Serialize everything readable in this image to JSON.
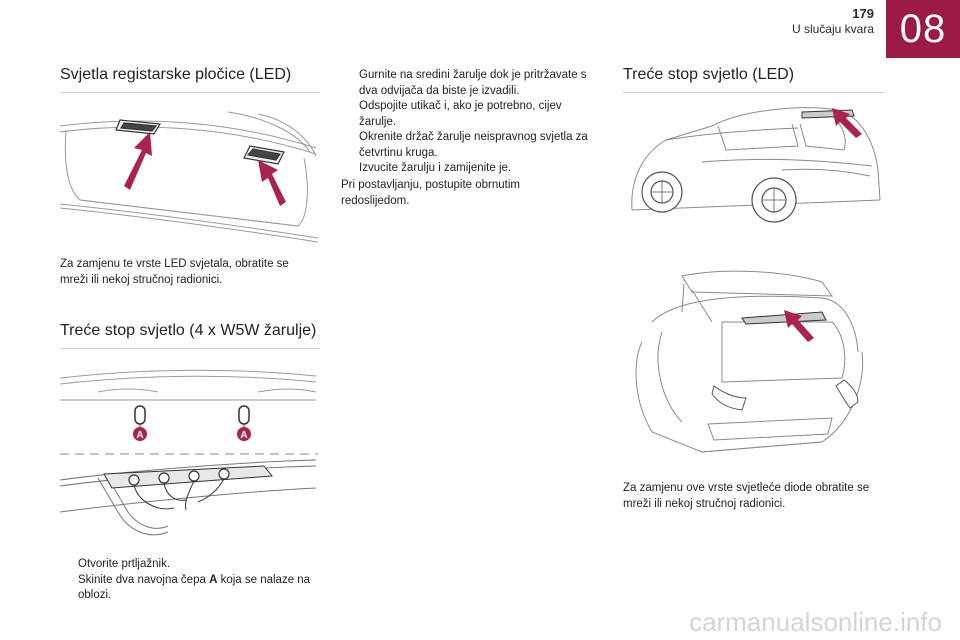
{
  "header": {
    "page_number": "179",
    "chapter_title": "U slučaju kvara",
    "chapter_number": "08"
  },
  "col1": {
    "section1_title": "Svjetla registarske pločice (LED)",
    "section1_text": "Za zamjenu te vrste LED svjetala, obratite se mreži ili nekoj stručnoj radionici.",
    "section2_title": "Treće stop svjetlo (4 x W5W žarulje)",
    "label_a": "A",
    "steps": [
      {
        "mark": "",
        "text": "Otvorite prtljažnik."
      },
      {
        "mark": "",
        "text_before": "Skinite dva navojna čepa ",
        "bold": "A",
        "text_after": " koja se nalaze na oblozi."
      }
    ]
  },
  "col2": {
    "steps": [
      {
        "mark": "",
        "text": "Gurnite na sredini žarulje dok je pritržavate s dva odvijača da biste je izvadili."
      },
      {
        "mark": "",
        "text": "Odspojite utikač i, ako je potrebno, cijev žarulje."
      },
      {
        "mark": "",
        "text": "Okrenite držač žarulje neispravnog svjetla za četvrtinu kruga."
      },
      {
        "mark": "",
        "text": "Izvucite žarulju i zamijenite je."
      }
    ],
    "closing_text": "Pri postavljanju, postupite obrnutim redoslijedom."
  },
  "col3": {
    "section_title": "Treće stop svjetlo (LED)",
    "text": "Za zamjenu ove vrste svjetleće diode obratite se mreži ili nekoj stručnoj radionici."
  },
  "watermark": "carmanualsonline.info",
  "colors": {
    "accent": "#9b1b45",
    "arrow": "#a8234e"
  }
}
